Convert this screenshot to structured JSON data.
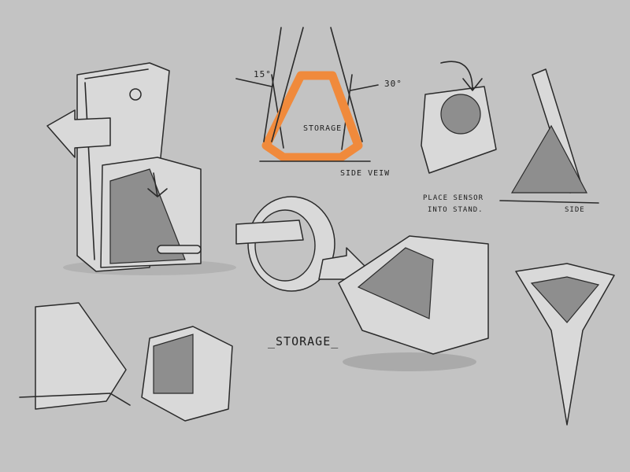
{
  "sheet": {
    "background": "#c3c3c3",
    "accent": "#f08a3c"
  },
  "labels": {
    "angle_left": "15°",
    "angle_right": "30°",
    "storage_inner": "STORAGE.",
    "side_view": "SIDE VEIW",
    "place_sensor": "PLACE SENSOR",
    "into_stand": "INTO STAND.",
    "side": "SIDE",
    "storage_caption": "_STORAGE_"
  },
  "sketches": [
    "phone-on-stand",
    "side-view-cross-section",
    "watch-in-holder",
    "phone-side-profile",
    "wristband",
    "stand-with-storage",
    "small-stand-left",
    "small-stand-middle",
    "pentagon-stand"
  ]
}
